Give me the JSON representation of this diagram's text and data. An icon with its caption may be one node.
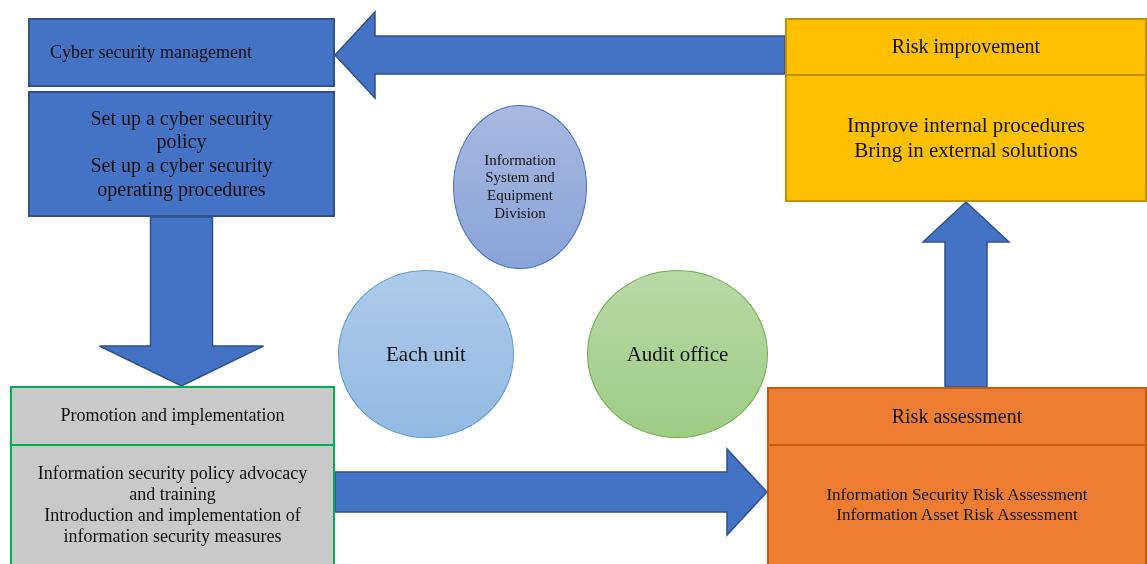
{
  "diagram": {
    "nodes": [
      {
        "text": [
          "Cyber security management"
        ]
      },
      {
        "text": [
          "Set up a cyber security policy",
          "Set up a cyber security operating procedures"
        ]
      },
      {
        "text": [
          "Risk improvement"
        ]
      },
      {
        "text": [
          "Improve internal procedures",
          "Bring in external solutions"
        ]
      },
      {
        "text": [
          "Information System and Equipment Division"
        ]
      },
      {
        "text": [
          "Each unit"
        ]
      },
      {
        "text": [
          "Audit office"
        ]
      },
      {
        "text": [
          "Promotion and implementation"
        ]
      },
      {
        "text": [
          "Information security policy advocacy and training",
          "Introduction and implementation of information security measures"
        ]
      },
      {
        "text": [
          "Risk assessment"
        ]
      },
      {
        "text": [
          "Information Security Risk Assessment",
          "Information Asset Risk Assessment"
        ]
      }
    ],
    "edges": [
      {
        "from": 2,
        "to": 0,
        "arrow": "to"
      },
      {
        "from": 1,
        "to": 7,
        "arrow": "to"
      },
      {
        "from": 8,
        "to": 10,
        "arrow": "to"
      },
      {
        "from": 9,
        "to": 3,
        "arrow": "to"
      }
    ]
  }
}
